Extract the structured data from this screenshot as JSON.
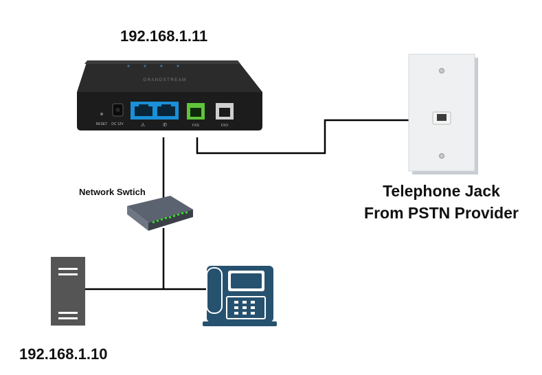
{
  "labels": {
    "ata_ip": "192.168.1.11",
    "server_ip": "192.168.1.10",
    "switch": "Network Swtich",
    "jack_line1": "Telephone Jack",
    "jack_line2": "From PSTN Provider"
  },
  "ata_device": {
    "brand_text": "GRANDSTREAM",
    "ports": [
      "RESET",
      "DC 12V",
      "FXS",
      "FXO"
    ]
  },
  "colors": {
    "lan_port": "#1a8fd8",
    "fxs_port": "#5fc43a",
    "fxo_port": "#cfcfcf",
    "phone": "#27526f",
    "server": "#555555",
    "switch_leds": "#37d62a",
    "wire": "#000000"
  }
}
